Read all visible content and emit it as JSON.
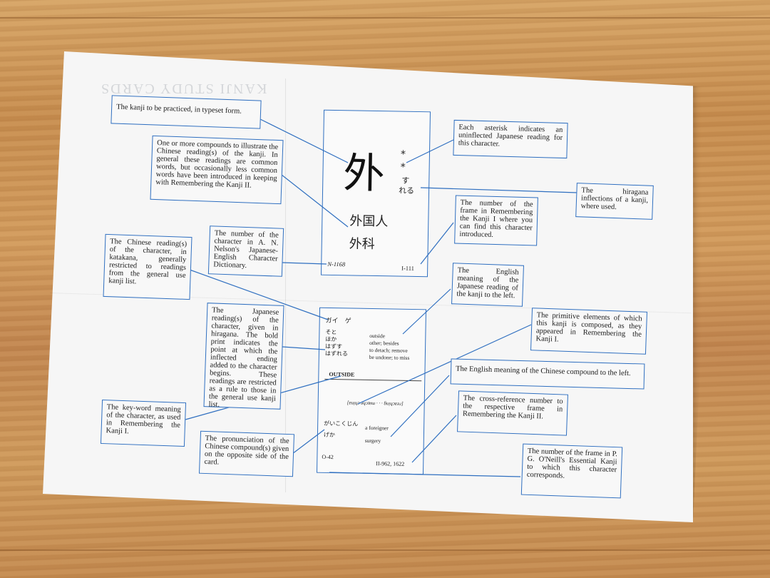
{
  "card_front": {
    "kanji": "外",
    "asterisk_1": "*",
    "asterisk_2": "*",
    "inflection_1": "す",
    "inflection_2": "れる",
    "compound_1": "外国人",
    "compound_2": "外科",
    "nelson_ref": "N-1168",
    "frame_ref": "I-111"
  },
  "card_back": {
    "katakana": "ガイ　ゲ",
    "kun_1": "そと",
    "kun_2": "ほか",
    "kun_3": "はずす",
    "kun_4": "はずれる",
    "meaning_1": "outside",
    "meaning_2": "other; besides",
    "meaning_3": "to detach; remove",
    "meaning_4": "be undone; to miss",
    "keyword": "OUTSIDE",
    "primitive": "[ɐuᴉɥɔ ǝɥɔʇɐɯ · · · ƃuᴉɥɔɐǝɹ]",
    "compound_reading_1": "がいこくじん",
    "compound_reading_2": "げか",
    "compound_meaning_1": "a foreigner",
    "compound_meaning_2": "surgery",
    "oneill_ref": "O-42",
    "rtk2_ref": "II-962, 1622"
  },
  "annotations": {
    "kanji_typeset": "The kanji to be practiced, in typeset form.",
    "compounds": "One or more compounds to illustrate the Chinese reading(s) of the kanji. In general these readings are common words, but occasionally less common words have been introduced in keeping with Remembering the Kanji II.",
    "asterisk": "Each asterisk indicates an uninflected Japanese reading for this character.",
    "hiragana_inflections": "The hiragana inflections of a kanji, where used.",
    "frame_number": "The number of the frame in Remembering the Kanji I where you can find this character introduced.",
    "nelson": "The number of the character in A. N. Nelson's Japanese-English Character Dictionary.",
    "chinese_readings": "The Chinese reading(s) of the character, in katakana, generally restricted to readings from the general use kanji list.",
    "english_meaning_japanese": "The English meaning of the Japanese reading of the kanji to the left.",
    "japanese_readings": "The Japanese reading(s) of the character, given in hiragana. The bold print indicates the point at which the inflected ending added to the character begins. These readings are restricted as a rule to those in the general use kanji list.",
    "primitive_elements": "The primitive elements of which this kanji is composed, as they appeared in Remembering the Kanji I.",
    "english_meaning_compound": "The English meaning of the Chinese compound to the left.",
    "keyword": "The key-word meaning of the character, as used in Remembering the Kanji I.",
    "pronunciation": "The pronunciation of the Chinese compound(s) given on the opposite side of the card.",
    "rtk2_crossref": "The cross-reference number to the respective frame in Remembering the Kanji II.",
    "oneill": "The number of the frame in P. G. O'Neill's Essential Kanji to which this character corresponds."
  },
  "ghost_text": {
    "title": "KANJI STUDY CARDS"
  }
}
